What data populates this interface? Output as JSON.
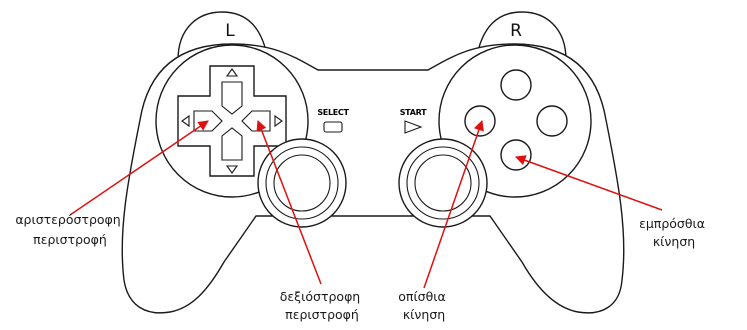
{
  "controller": {
    "left_shoulder": "L",
    "right_shoulder": "R",
    "select_label": "SELECT",
    "start_label": "START"
  },
  "annotations": {
    "rotate_left": [
      "αριστερόστροφη",
      "περιστροφή"
    ],
    "rotate_right": [
      "δεξιόστροφη",
      "περιστροφή"
    ],
    "move_back": [
      "οπίσθια",
      "κίνηση"
    ],
    "move_forward": [
      "εμπρόσθια",
      "κίνηση"
    ]
  },
  "colors": {
    "outline": "#1a1a1a",
    "arrow": "#e01010",
    "background": "#ffffff"
  }
}
